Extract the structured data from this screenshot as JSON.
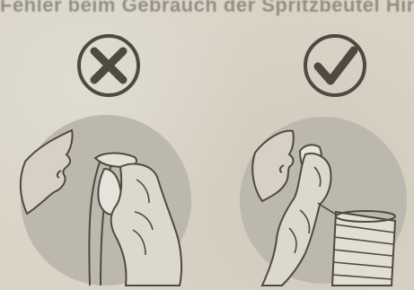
{
  "bleed_through_text": "Fehler beim Gebrauch der Spritzbeutel Hinweis",
  "panels": [
    {
      "status": "incorrect",
      "icon": "x-icon"
    },
    {
      "status": "correct",
      "icon": "check-icon"
    }
  ],
  "colors": {
    "paper": "#d9d4c6",
    "ink": "#4e4a42",
    "circle_fill": "#bdb8ad",
    "skin_fill": "#d6d1c4"
  }
}
